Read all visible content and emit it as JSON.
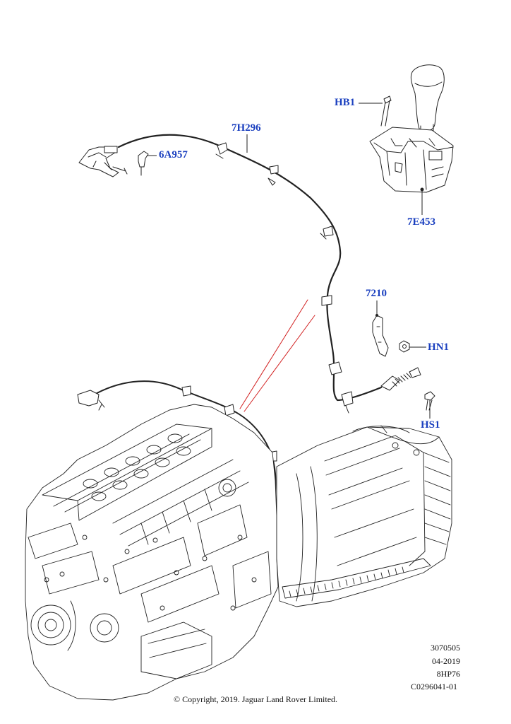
{
  "diagram": {
    "callouts": {
      "hb1": "HB1",
      "c7h296": "7H296",
      "c6a957": "6A957",
      "c7e453": "7E453",
      "c7210": "7210",
      "hn1": "HN1",
      "hs1": "HS1"
    },
    "colors": {
      "callout": "#1a3fbf",
      "line": "#222222",
      "leader_red": "#d22222"
    }
  },
  "footer": {
    "code1": "3070505",
    "date": "04-2019",
    "transmission": "8HP76",
    "illustration_id": "C0296041-01",
    "copyright": "© Copyright, 2019. Jaguar Land Rover Limited."
  }
}
